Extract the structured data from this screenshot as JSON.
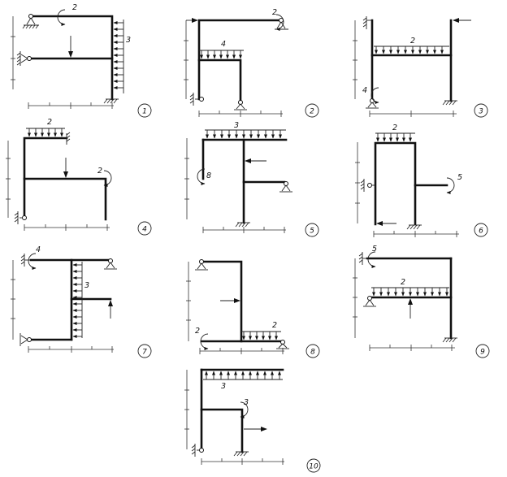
{
  "panels": [
    {
      "number": "1",
      "loads": [
        "2",
        "3"
      ]
    },
    {
      "number": "2",
      "loads": [
        "2",
        "4"
      ]
    },
    {
      "number": "3",
      "loads": [
        "2",
        "4"
      ]
    },
    {
      "number": "4",
      "loads": [
        "2",
        "2"
      ]
    },
    {
      "number": "5",
      "loads": [
        "3",
        "8"
      ]
    },
    {
      "number": "6",
      "loads": [
        "2",
        "5"
      ]
    },
    {
      "number": "7",
      "loads": [
        "4",
        "3"
      ]
    },
    {
      "number": "8",
      "loads": [
        "2",
        "2"
      ]
    },
    {
      "number": "9",
      "loads": [
        "5",
        "2"
      ]
    },
    {
      "number": "10",
      "loads": [
        "3",
        "3"
      ]
    }
  ]
}
